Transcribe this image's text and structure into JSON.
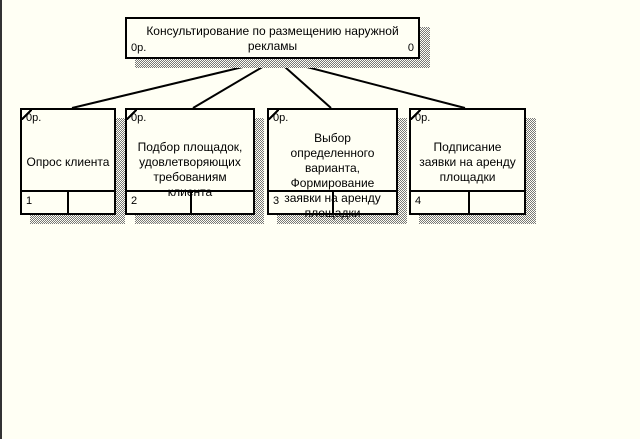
{
  "parent": {
    "title": "Консультирование по размещению наружной рекламы",
    "cost": "0р.",
    "number": "0"
  },
  "children": [
    {
      "title": "Опрос клиента",
      "cost": "0р.",
      "number": "1"
    },
    {
      "title": "Подбор площадок, удовлетворяющих требованиям клиента",
      "cost": "0р.",
      "number": "2"
    },
    {
      "title": "Выбор определенного варианта, Формирование заявки на аренду площадки",
      "cost": "0р.",
      "number": "3"
    },
    {
      "title": "Подписание заявки на аренду площадки",
      "cost": "0р.",
      "number": "4"
    }
  ]
}
